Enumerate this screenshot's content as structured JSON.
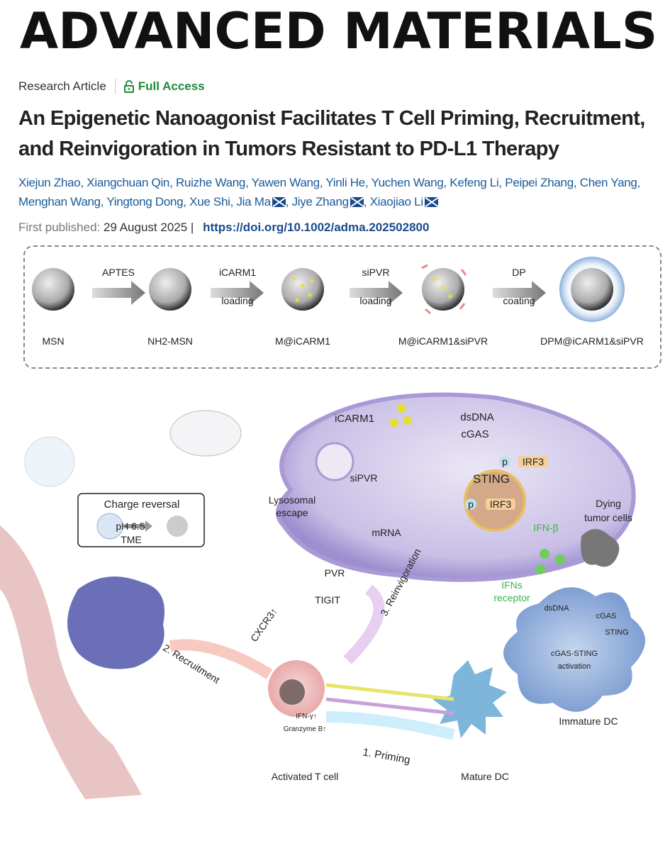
{
  "journal": {
    "name": "ADVANCED MATERIALS"
  },
  "article": {
    "type": "Research Article",
    "access": "Full Access",
    "title": "An Epigenetic Nanoagonist Facilitates T Cell Priming, Recruitment, and Reinvigoration in Tumors Resistant to PD-L1 Therapy",
    "authors": [
      "Xiejun Zhao",
      "Xiangchuan Qin",
      "Ruizhe Wang",
      "Yawen Wang",
      "Yinli He",
      "Yuchen Wang",
      "Kefeng Li",
      "Peipei Zhang",
      "Chen Yang",
      "Menghan Wang",
      "Yingtong Dong",
      "Xue Shi",
      "Jia Ma",
      "Jiye Zhang",
      "Xiaojiao Li"
    ],
    "published_label": "First published:",
    "published_date": "29 August 2025",
    "doi": "https://doi.org/10.1002/adma.202502800"
  },
  "scheme": {
    "particles": [
      "MSN",
      "NH2-MSN",
      "M@iCARM1",
      "M@iCARM1&siPVR",
      "DPM@iCARM1&siPVR"
    ],
    "steps": [
      {
        "top": "APTES",
        "bottom": ""
      },
      {
        "top": "iCARM1",
        "bottom": "loading"
      },
      {
        "top": "siPVR",
        "bottom": "loading"
      },
      {
        "top": "DP",
        "bottom": "coating"
      }
    ]
  },
  "figure": {
    "charge_reversal": "Charge reversal",
    "ph": "pH 6.5",
    "tme": "TME",
    "icarm1": "iCARM1",
    "dsdna": "dsDNA",
    "cgas": "cGAS",
    "lysosomal": "Lysosomal",
    "escape": "escape",
    "sipvr": "siPVR",
    "sting": "STING",
    "p": "p",
    "irf3": "IRF3",
    "mrna": "mRNA",
    "ifnb": "IFN-β",
    "dying1": "Dying",
    "dying2": "tumor cells",
    "ifns1": "IFNs",
    "ifns2": "receptor",
    "dc_dsdna": "dsDNA",
    "dc_cgas": "cGAS",
    "dc_sting": "STING",
    "act1": "cGAS-STING",
    "act2": "activation",
    "immature": "Immature DC",
    "pvr": "PVR",
    "tigit": "TIGIT",
    "reinvig": "3. Reinvigoration",
    "cxcr3": "CXCR3↑",
    "recruit": "2. Recruitment",
    "ifng": "IFN-γ↑",
    "granzyme": "Granzyme B↑",
    "priming": "1. Priming",
    "tcell": "Activated T cell",
    "mature": "Mature DC"
  }
}
